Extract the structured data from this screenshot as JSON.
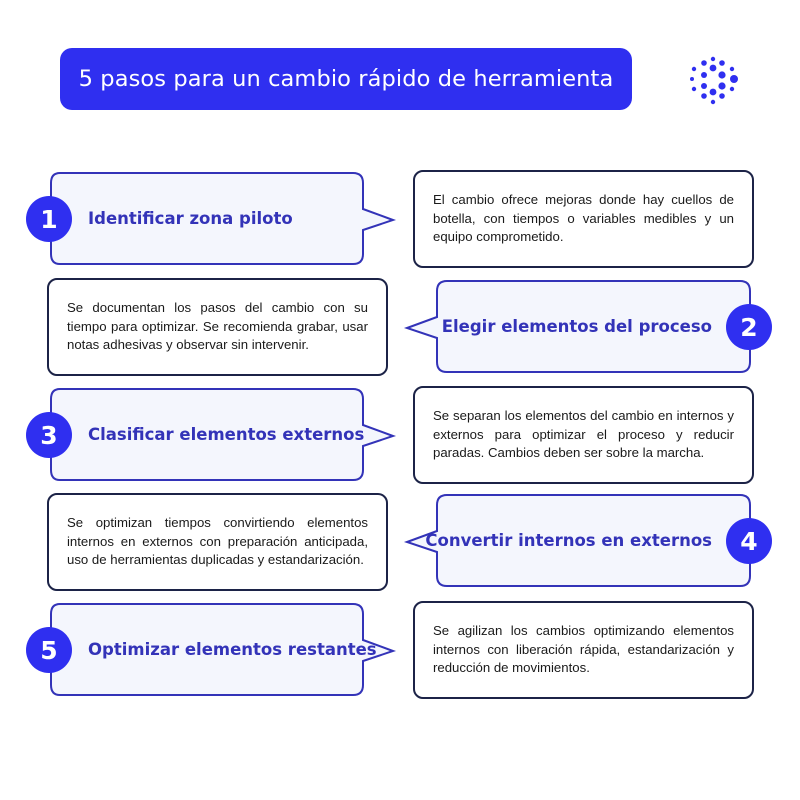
{
  "title": "5 pasos para un cambio rápido de herramienta",
  "logo_icon": "dot-circle-logo-icon",
  "colors": {
    "accent": "#2f2ff0",
    "step_fill": "#f4f6fd",
    "step_border": "#3333b8",
    "step_text": "#3333b8",
    "desc_border": "#1c2347",
    "desc_text": "#1a1a1a"
  },
  "steps": [
    {
      "number": "1",
      "title": "Identificar zona piloto",
      "side": "left",
      "description": "El cambio ofrece mejoras donde hay cuellos de botella, con tiempos o variables medibles y un equipo comprometido."
    },
    {
      "number": "2",
      "title": "Elegir elementos del proceso",
      "side": "right",
      "description": "Se documentan los pasos del cambio con su tiempo para optimizar. Se recomienda grabar, usar notas adhesivas y observar sin intervenir."
    },
    {
      "number": "3",
      "title": "Clasificar elementos externos",
      "side": "left",
      "description": "Se separan los elementos del cambio en internos y externos para optimizar el proceso y reducir paradas. Cambios deben ser sobre la marcha."
    },
    {
      "number": "4",
      "title": "Convertir internos en externos",
      "side": "right",
      "description": "Se optimizan tiempos convirtiendo elementos internos en externos con preparación anticipada, uso de herramientas duplicadas y estandarización."
    },
    {
      "number": "5",
      "title": "Optimizar elementos restantes",
      "side": "left",
      "description": "Se agilizan los cambios optimizando elementos internos con liberación rápida, estandarización y reducción de movimientos."
    }
  ]
}
